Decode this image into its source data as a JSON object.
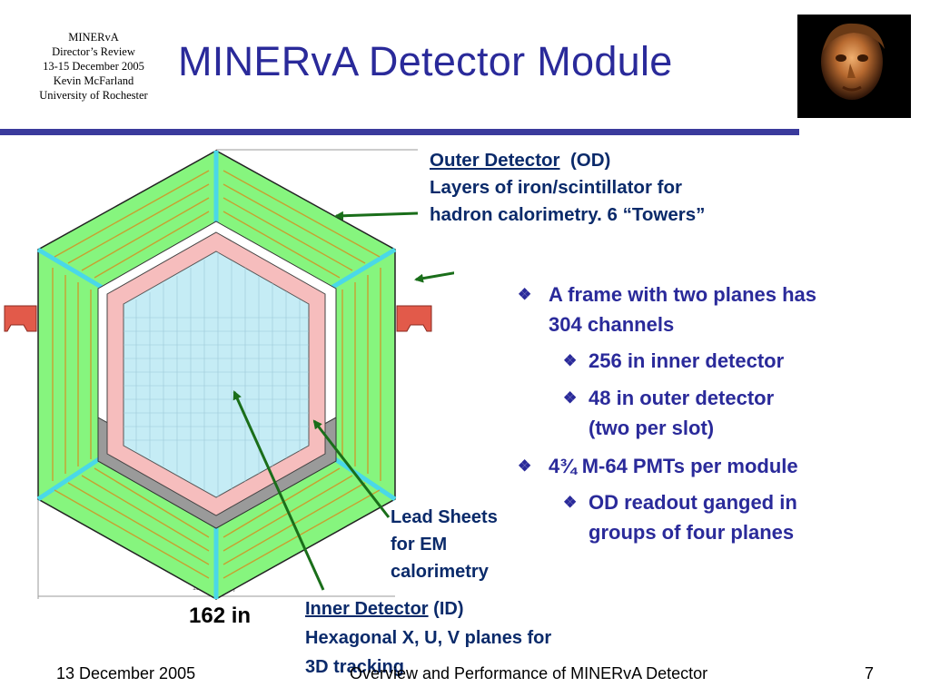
{
  "header": {
    "info_lines": [
      "MINERvA",
      "Director’s Review",
      "13-15 December 2005",
      "Kevin McFarland",
      "University of Rochester"
    ],
    "title": "MINERvA Detector Module"
  },
  "callouts": {
    "outer_detector": {
      "name": "Outer Detector",
      "abbr": "(OD)",
      "line2": "Layers of iron/scintillator for",
      "line3": "hadron calorimetry.  6 “Towers”"
    },
    "lead_sheets": {
      "line1": "Lead Sheets",
      "line2": "for EM",
      "line3": "calorimetry"
    },
    "inner_detector": {
      "name": "Inner Detector",
      "abbr": "(ID)",
      "line2": "Hexagonal  X, U, V planes for",
      "line3": "3D tracking"
    }
  },
  "dimension_label": "162 in",
  "bullets": [
    {
      "level": 1,
      "text": "A frame with two planes has\n304 channels"
    },
    {
      "level": 2,
      "text": "256 in inner detector"
    },
    {
      "level": 2,
      "text": "48 in outer detector\n(two per slot)"
    },
    {
      "level": 1,
      "text": "4¾ M-64 PMTs per module"
    },
    {
      "level": 2,
      "text": "OD readout ganged in\ngroups of four planes"
    }
  ],
  "footer": {
    "date": "13 December 2005",
    "center": "Overview and Performance of MINERvA Detector",
    "page": "7"
  },
  "colors": {
    "title": "#2a2a9a",
    "rule": "#3a3a9c",
    "od_green": "#86f57e",
    "id_pink": "#f6bdbd",
    "id_blue": "#c5ecf5",
    "lead_gray": "#9a9a9a",
    "arrow_green": "#1a6e1a",
    "mount_red": "#e25a4a"
  },
  "icons": [
    "bullet-diamond-icon",
    "portrait-image"
  ]
}
